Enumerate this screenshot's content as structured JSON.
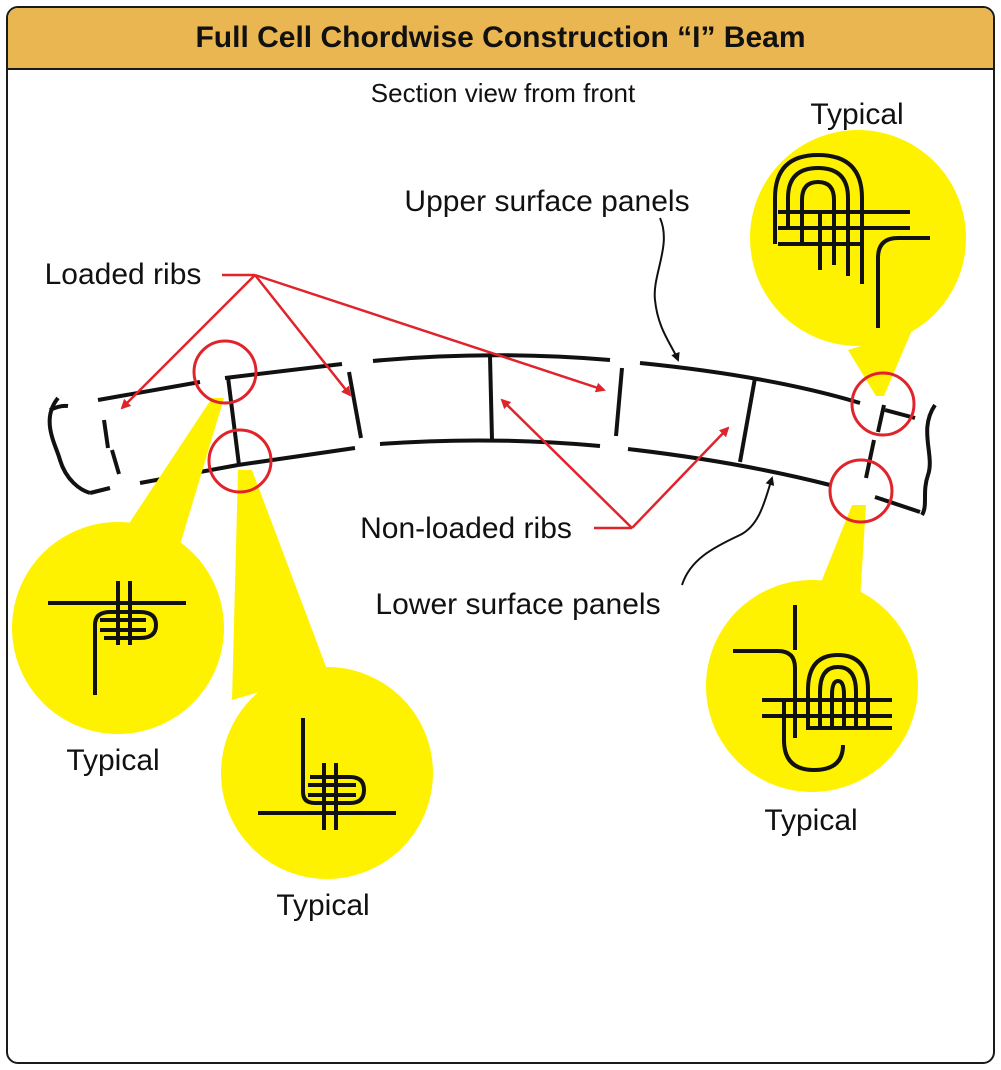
{
  "title": "Full Cell Chordwise Construction “I” Beam",
  "subtitle": "Section view from front",
  "labels": {
    "upper_surface": "Upper surface panels",
    "lower_surface": "Lower surface panels",
    "loaded_ribs": "Loaded ribs",
    "non_loaded_ribs": "Non-loaded ribs"
  },
  "details": {
    "upper_left": "Typical",
    "lower_left": "Typical",
    "upper_right": "Typical",
    "lower_right": "Typical"
  },
  "colors": {
    "header": "#e9b652",
    "callout": "#fff200",
    "leader": "#e0242b",
    "ink": "#111111"
  }
}
